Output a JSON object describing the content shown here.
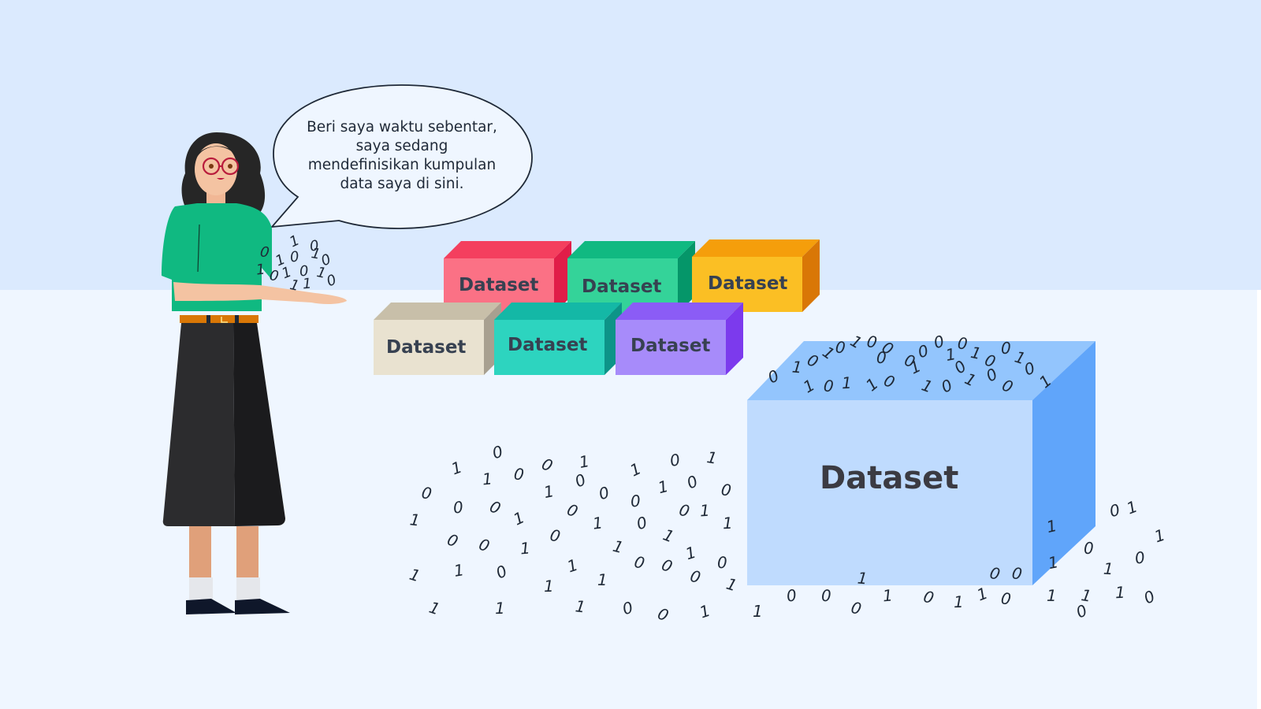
{
  "scene": {
    "background": {
      "sky": "#dbeafe",
      "floor": "#eff6ff"
    },
    "speech_bubble": {
      "lines": [
        "Beri saya waktu sebentar,",
        "saya sedang",
        "mendefinisikan kumpulan",
        "data saya di sini."
      ]
    },
    "character": {
      "description": "woman with glasses holding binary digits",
      "shirt_color": "#10b981",
      "skirt_color": "#2a2a2c",
      "belt_color": "#d97706",
      "hand_bits": [
        "1",
        "0",
        "0",
        "1",
        "0",
        "1",
        "0",
        "1",
        "0",
        "1",
        "0",
        "1",
        "0",
        "1",
        "1"
      ]
    },
    "small_datasets": [
      {
        "label": "Dataset",
        "front": "#fb7185",
        "top": "#f43f5e",
        "side": "#e11d48"
      },
      {
        "label": "Dataset",
        "front": "#34d399",
        "top": "#10b981",
        "side": "#059669"
      },
      {
        "label": "Dataset",
        "front": "#fbbf24",
        "top": "#f59e0b",
        "side": "#d97706"
      },
      {
        "label": "Dataset",
        "front": "#e9e2d0",
        "top": "#c8bfa9",
        "side": "#a8a090"
      },
      {
        "label": "Dataset",
        "front": "#2dd4bf",
        "top": "#14b8a6",
        "side": "#0d9488"
      },
      {
        "label": "Dataset",
        "front": "#a78bfa",
        "top": "#8b5cf6",
        "side": "#7c3aed"
      }
    ],
    "big_dataset": {
      "label": "Dataset",
      "front": "#bfdbfe",
      "top": "#93c5fd",
      "side": "#60a5fa"
    },
    "binary_digits": "scattered 0s and 1s on floor and above the big dataset"
  }
}
